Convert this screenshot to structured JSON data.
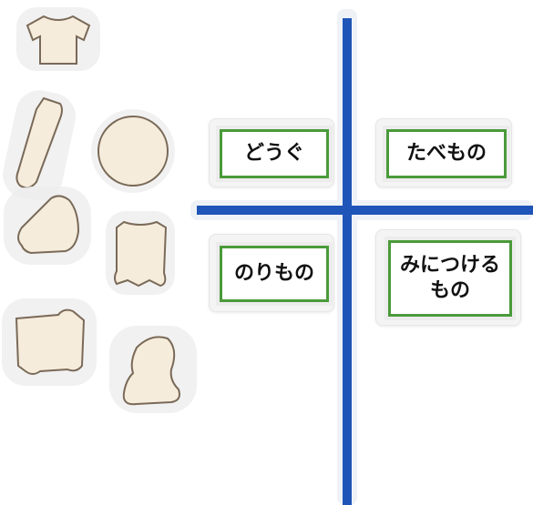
{
  "colors": {
    "line": "#1f55b8",
    "card_border": "#4a9a3a",
    "cutout_fill": "#f6ecdc",
    "cutout_outline": "#7a6a58"
  },
  "categories": [
    {
      "key": "tools",
      "line1": "どうぐ",
      "line2": ""
    },
    {
      "key": "food",
      "line1": "たべもの",
      "line2": ""
    },
    {
      "key": "vehicles",
      "line1": "のりもの",
      "line2": ""
    },
    {
      "key": "wearables",
      "line1": "みにつける",
      "line2": "もの"
    }
  ],
  "cutouts": [
    {
      "icon": "tshirt-silhouette-icon"
    },
    {
      "icon": "long-object-silhouette-icon"
    },
    {
      "icon": "round-plate-silhouette-icon"
    },
    {
      "icon": "rice-ball-silhouette-icon"
    },
    {
      "icon": "backpack-silhouette-icon"
    },
    {
      "icon": "vehicle-silhouette-icon"
    },
    {
      "icon": "shoe-silhouette-icon"
    }
  ]
}
